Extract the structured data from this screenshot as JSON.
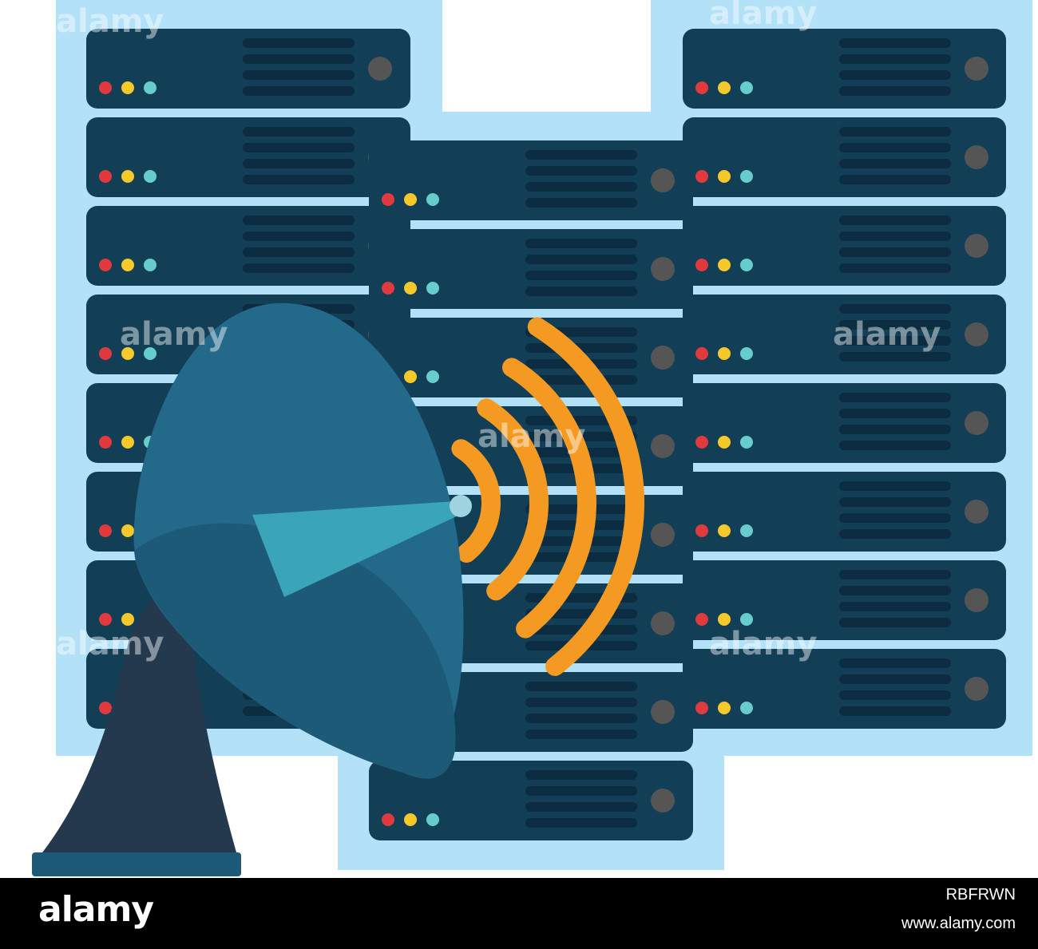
{
  "scene": {
    "subject": "server racks with satellite dish",
    "colors": {
      "rack_panel": "#b3e1f7",
      "server_unit": "#123e56",
      "vent_slot": "#0c2c42",
      "power_button": "#555555",
      "led_red": "#e03a3e",
      "led_yellow": "#f6c92b",
      "led_teal": "#66cccc",
      "dish_body": "#23698a",
      "dish_shadow": "#1c5a78",
      "dish_stand": "#24394e",
      "signal_wave": "#f49a23",
      "feed_cone": "#3aa4b8"
    },
    "racks": [
      {
        "name": "left-rack",
        "units": 8
      },
      {
        "name": "center-rack",
        "units": 8
      },
      {
        "name": "right-rack",
        "units": 8
      }
    ],
    "signal_arcs": 4,
    "overlay_mark": "alamy"
  },
  "watermark": {
    "logo": "alamy",
    "image_id": "RBFRWN",
    "url": "www.alamy.com"
  }
}
